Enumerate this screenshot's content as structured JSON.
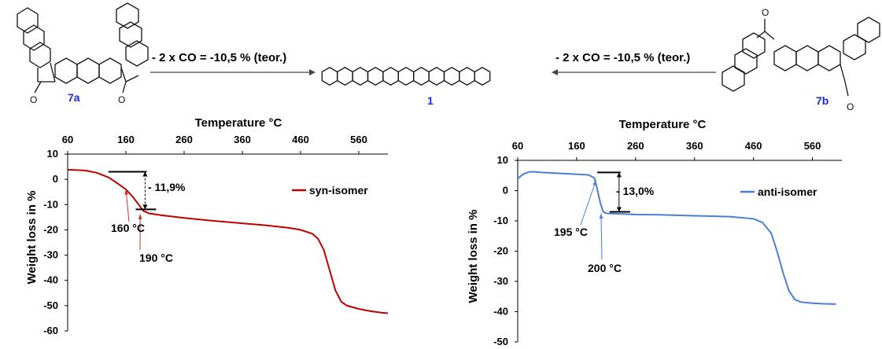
{
  "scheme": {
    "left_reaction": "- 2 x CO = -10,5 % (teor.)",
    "right_reaction": "- 2 x CO = -10,5 % (teor.)",
    "compound_left": "7a",
    "compound_center": "1",
    "compound_right": "7b",
    "carbonyl_oxygen": "O",
    "label_color": "#1a2bd6"
  },
  "chart_data": [
    {
      "type": "line",
      "title": "",
      "xlabel": "Temperature °C",
      "ylabel": "Weight loss in %",
      "xlim": [
        60,
        610
      ],
      "ylim": [
        -60,
        10
      ],
      "xticks": [
        60,
        160,
        260,
        360,
        460,
        560
      ],
      "yticks": [
        10,
        0,
        -10,
        -20,
        -30,
        -40,
        -50,
        -60
      ],
      "x_axis_position": "top",
      "grid": false,
      "legend_position": "right",
      "series": [
        {
          "name": "syn-isomer",
          "color": "#c00000",
          "x": [
            60,
            90,
            110,
            130,
            145,
            160,
            172,
            182,
            190,
            200,
            220,
            260,
            300,
            360,
            400,
            440,
            460,
            480,
            490,
            500,
            510,
            520,
            530,
            540,
            560,
            580,
            600,
            610
          ],
          "y": [
            3.8,
            3.5,
            2.6,
            0.8,
            -1.5,
            -4.0,
            -7.0,
            -10.0,
            -12.5,
            -13.5,
            -14.2,
            -15.3,
            -16.2,
            -17.4,
            -18.2,
            -19.2,
            -20.0,
            -21.5,
            -23.5,
            -28.0,
            -36.0,
            -44.0,
            -48.5,
            -50.0,
            -51.3,
            -52.2,
            -52.8,
            -53.0
          ]
        }
      ],
      "annotations": {
        "step_label": "- 11,9%",
        "step_top": 3.0,
        "step_bottom": -11.9,
        "onset_label": "160 °C",
        "onset_x": 160,
        "end_label": "190 °C",
        "end_x": 190
      }
    },
    {
      "type": "line",
      "title": "",
      "xlabel": "Temperature °C",
      "ylabel": "Weight loss in %",
      "xlim": [
        60,
        610
      ],
      "ylim": [
        -50,
        10
      ],
      "xticks": [
        60,
        160,
        260,
        360,
        460,
        560
      ],
      "yticks": [
        10,
        0,
        -10,
        -20,
        -30,
        -40,
        -50
      ],
      "x_axis_position": "top",
      "grid": false,
      "legend_position": "right",
      "series": [
        {
          "name": "anti-isomer",
          "color": "#4a7fd4",
          "x": [
            60,
            70,
            80,
            90,
            100,
            140,
            180,
            190,
            195,
            200,
            205,
            210,
            220,
            260,
            300,
            360,
            420,
            460,
            475,
            490,
            500,
            510,
            520,
            530,
            540,
            560,
            580,
            600
          ],
          "y": [
            4.0,
            5.5,
            6.2,
            6.2,
            6.0,
            5.6,
            5.2,
            4.2,
            0.5,
            -4.0,
            -7.0,
            -7.5,
            -7.6,
            -7.9,
            -8.0,
            -8.3,
            -8.6,
            -9.3,
            -10.5,
            -14.0,
            -20.0,
            -27.0,
            -33.0,
            -36.0,
            -36.8,
            -37.2,
            -37.4,
            -37.5
          ]
        }
      ],
      "annotations": {
        "step_label": "- 13,0%",
        "step_top": 6.0,
        "step_bottom": -7.0,
        "onset_label": "195 °C",
        "onset_x": 195,
        "end_label": "200 °C",
        "end_x": 200
      }
    }
  ]
}
